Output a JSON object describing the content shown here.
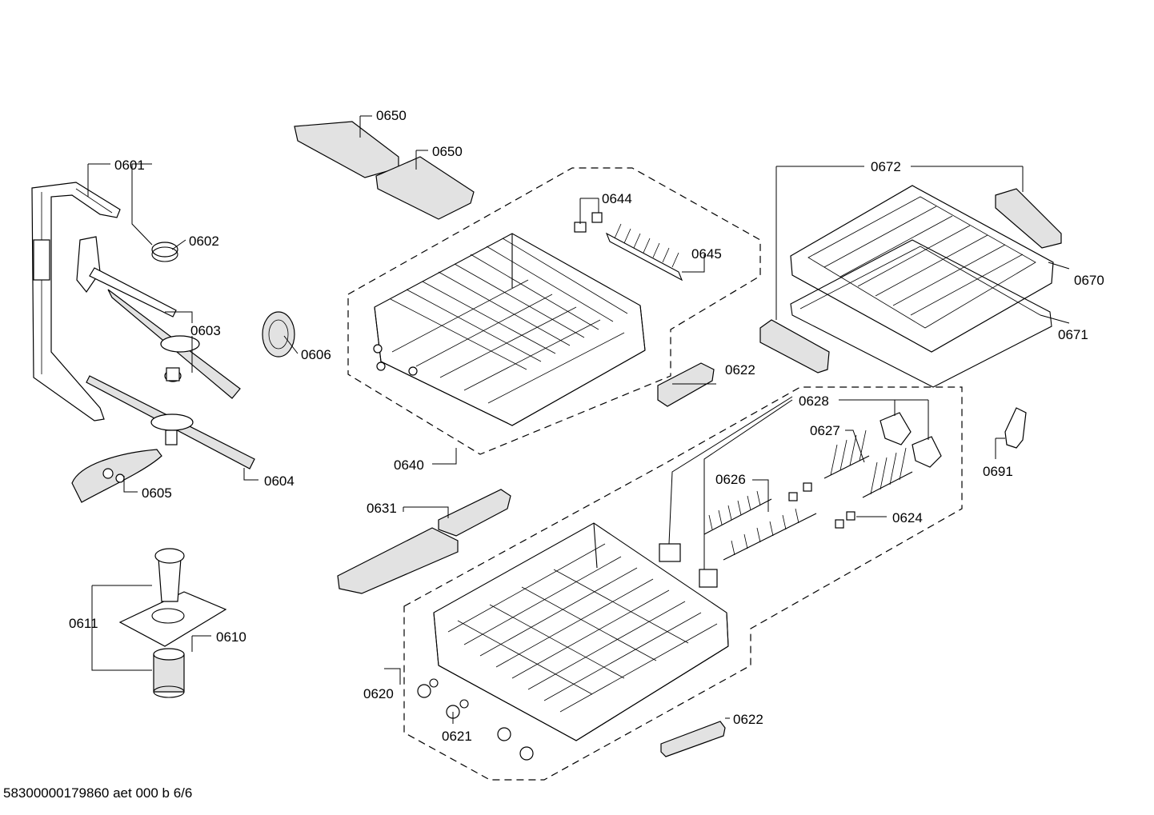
{
  "diagram": {
    "labels": {
      "p0601": "0601",
      "p0602": "0602",
      "p0603": "0603",
      "p0604": "0604",
      "p0605": "0605",
      "p0606": "0606",
      "p0610": "0610",
      "p0611": "0611",
      "p0620": "0620",
      "p0621": "0621",
      "p0622a": "0622",
      "p0622b": "0622",
      "p0624": "0624",
      "p0626": "0626",
      "p0627": "0627",
      "p0628": "0628",
      "p0631": "0631",
      "p0640": "0640",
      "p0644": "0644",
      "p0645": "0645",
      "p0650a": "0650",
      "p0650b": "0650",
      "p0670": "0670",
      "p0671": "0671",
      "p0672": "0672",
      "p0691": "0691"
    },
    "footer": "58300000179860 aet 000 b 6/6"
  }
}
